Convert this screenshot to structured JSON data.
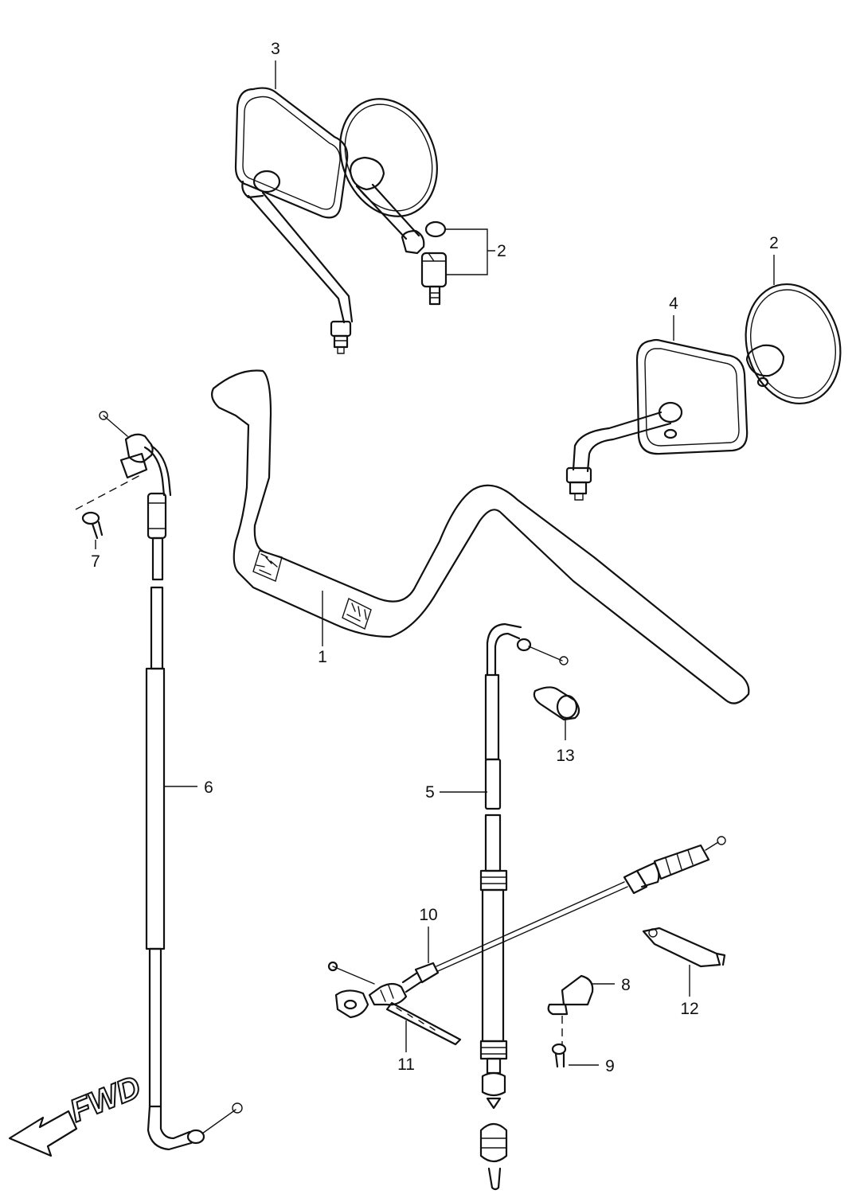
{
  "callouts": {
    "c1": "1",
    "c2a": "2",
    "c2b": "2",
    "c3": "3",
    "c4": "4",
    "c5": "5",
    "c6": "6",
    "c7": "7",
    "c8": "8",
    "c9": "9",
    "c10": "10",
    "c11": "11",
    "c12": "12",
    "c13": "13"
  },
  "direction": {
    "label": "FWD"
  }
}
